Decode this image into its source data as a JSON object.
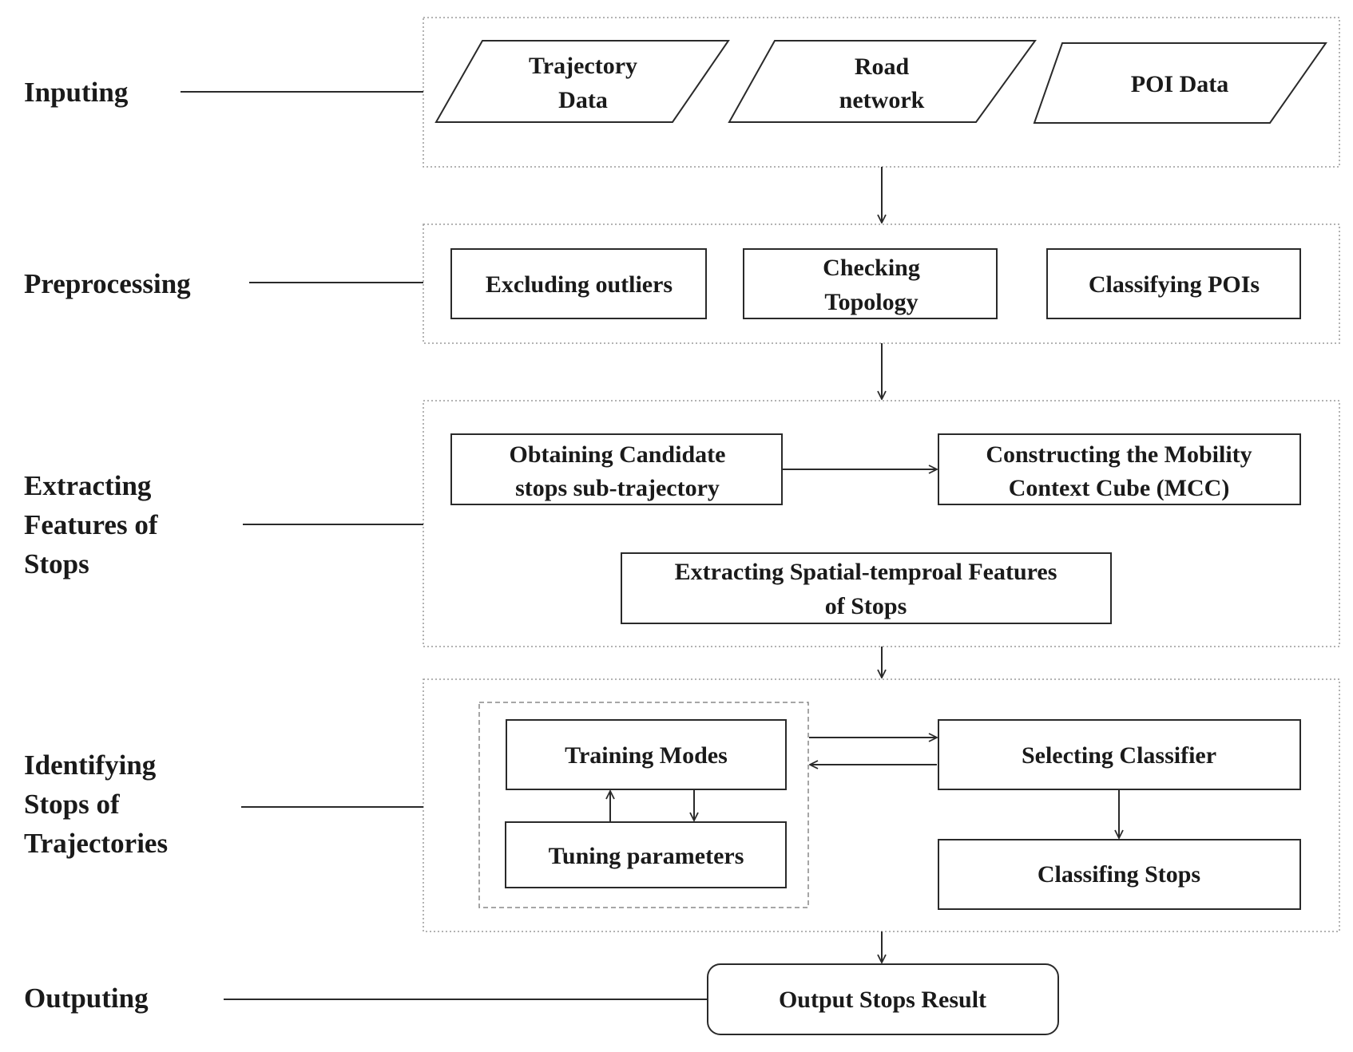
{
  "stages": {
    "inputing": [
      "Inputing"
    ],
    "preprocessing": [
      "Preprocessing"
    ],
    "extracting": [
      "Extracting",
      "Features of",
      "Stops"
    ],
    "identifying": [
      "Identifying",
      "Stops of",
      "Trajectories"
    ],
    "outputing": [
      "Outputing"
    ]
  },
  "inputs": {
    "trajectory": [
      "Trajectory",
      "Data"
    ],
    "road": [
      "Road",
      "network"
    ],
    "poi": [
      "POI Data"
    ]
  },
  "preprocessing": {
    "outliers": [
      "Excluding outliers"
    ],
    "topology": [
      "Checking",
      "Topology"
    ],
    "pois": [
      "Classifying POIs"
    ]
  },
  "extracting": {
    "candidate": [
      "Obtaining Candidate",
      "stops sub-trajectory"
    ],
    "mcc": [
      "Constructing the Mobility",
      "Context Cube (MCC)"
    ],
    "features": [
      "Extracting Spatial-temproal Features",
      "of Stops"
    ]
  },
  "identifying": {
    "training": [
      "Training Modes"
    ],
    "tuning": [
      "Tuning parameters"
    ],
    "selecting": [
      "Selecting Classifier"
    ],
    "classifing": [
      "Classifing Stops"
    ]
  },
  "output": {
    "result": [
      "Output Stops Result"
    ]
  }
}
